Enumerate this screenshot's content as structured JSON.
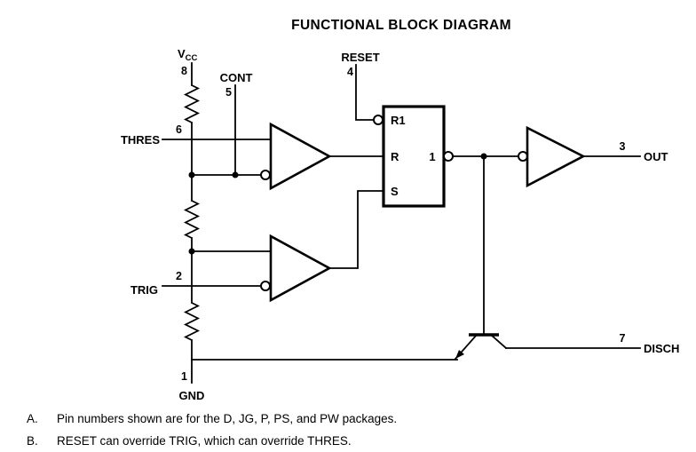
{
  "title": "FUNCTIONAL BLOCK DIAGRAM",
  "pins": {
    "vcc": {
      "label": "V",
      "sub": "CC",
      "number": "8"
    },
    "thres": {
      "label": "THRES",
      "number": "6"
    },
    "cont": {
      "label": "CONT",
      "number": "5"
    },
    "trig": {
      "label": "TRIG",
      "number": "2"
    },
    "gnd": {
      "label": "GND",
      "number": "1"
    },
    "reset": {
      "label": "RESET",
      "number": "4"
    },
    "out": {
      "label": "OUT",
      "number": "3"
    },
    "disch": {
      "label": "DISCH",
      "number": "7"
    }
  },
  "latch": {
    "reset_input": "R1",
    "r_input": "R",
    "s_input": "S",
    "output": "1"
  },
  "notes": [
    {
      "index": "A.",
      "text": "Pin numbers shown are for the D, JG, P, PS, and PW packages."
    },
    {
      "index": "B.",
      "text": "RESET can override TRIG, which can override THRES."
    }
  ],
  "colors": {
    "line": "#000000",
    "background": "#ffffff",
    "text": "#000000"
  }
}
